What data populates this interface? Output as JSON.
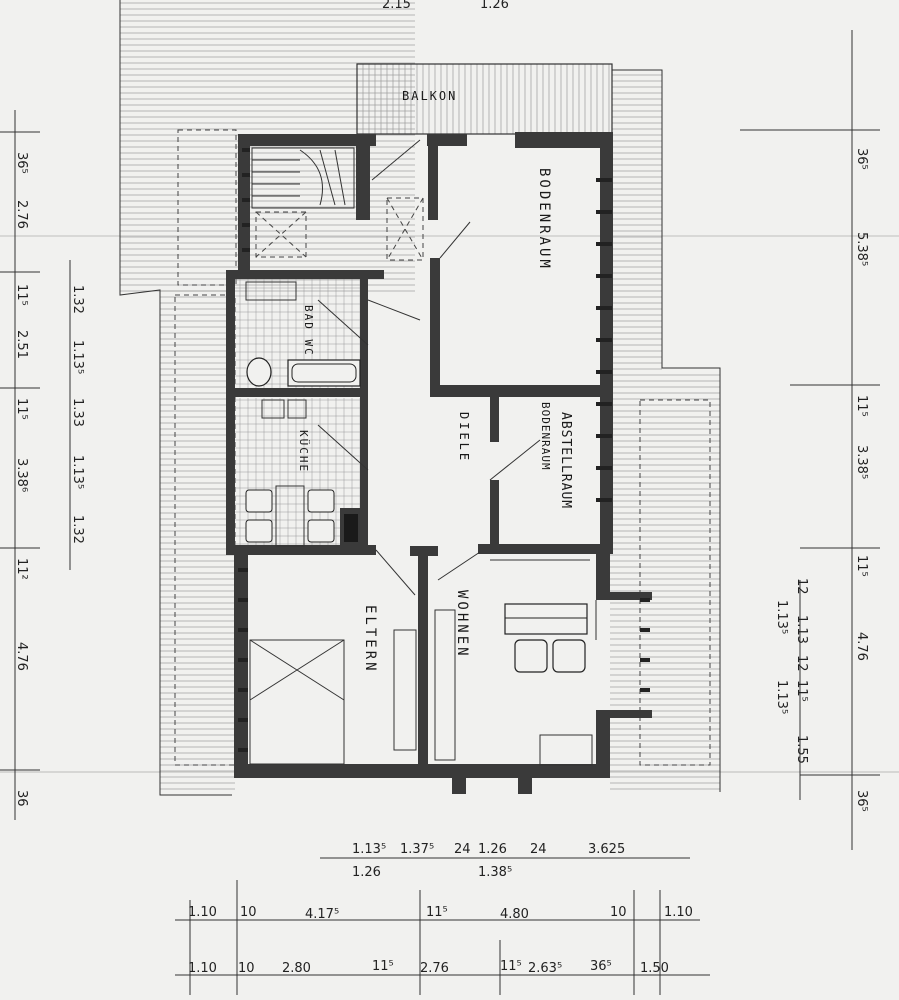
{
  "rooms": {
    "balkon": "BALKON",
    "bodenraum": "BODENRAUM",
    "bad_wc": "BAD WC",
    "kueche": "KÜCHE",
    "diele": "DIELE",
    "abstellraum": "ABSTELLRAUM",
    "bodenraum_small": "BODENRAUM",
    "eltern": "ELTERN",
    "wohnen": "WOHNEN"
  },
  "dimensions": {
    "top": [
      "2.15",
      "1.26"
    ],
    "left_outer": [
      "36⁵",
      "2.76",
      "11⁵",
      "2.51",
      "11⁵",
      "3.38⁶",
      "11²",
      "4.76",
      "36"
    ],
    "left_inner": [
      "1.32",
      "1.13⁵",
      "1.33",
      "1.13⁵",
      "1.32"
    ],
    "right_outer": [
      "36⁵",
      "5.38⁵",
      "11⁵",
      "3.38⁵",
      "11⁵",
      "4.76",
      "36⁵"
    ],
    "right_inner": [
      "12",
      "1.13⁵",
      "1.13",
      "1.13⁵",
      "12",
      "11⁵",
      "1.55"
    ],
    "bottom_row1_top": [
      "1.13⁵",
      "1.37⁵",
      "24",
      "1.26",
      "24",
      "3.625"
    ],
    "bottom_row1_bottom": [
      "1.26",
      "1.38⁵"
    ],
    "bottom_row2": [
      "1.10",
      "10",
      "4.17⁵",
      "11⁵",
      "4.80",
      "10",
      "1.10"
    ],
    "bottom_row3": [
      "1.10",
      "10",
      "2.80",
      "11⁵",
      "2.76",
      "11⁵",
      "2.63⁵",
      "36⁵",
      "1.50"
    ]
  }
}
